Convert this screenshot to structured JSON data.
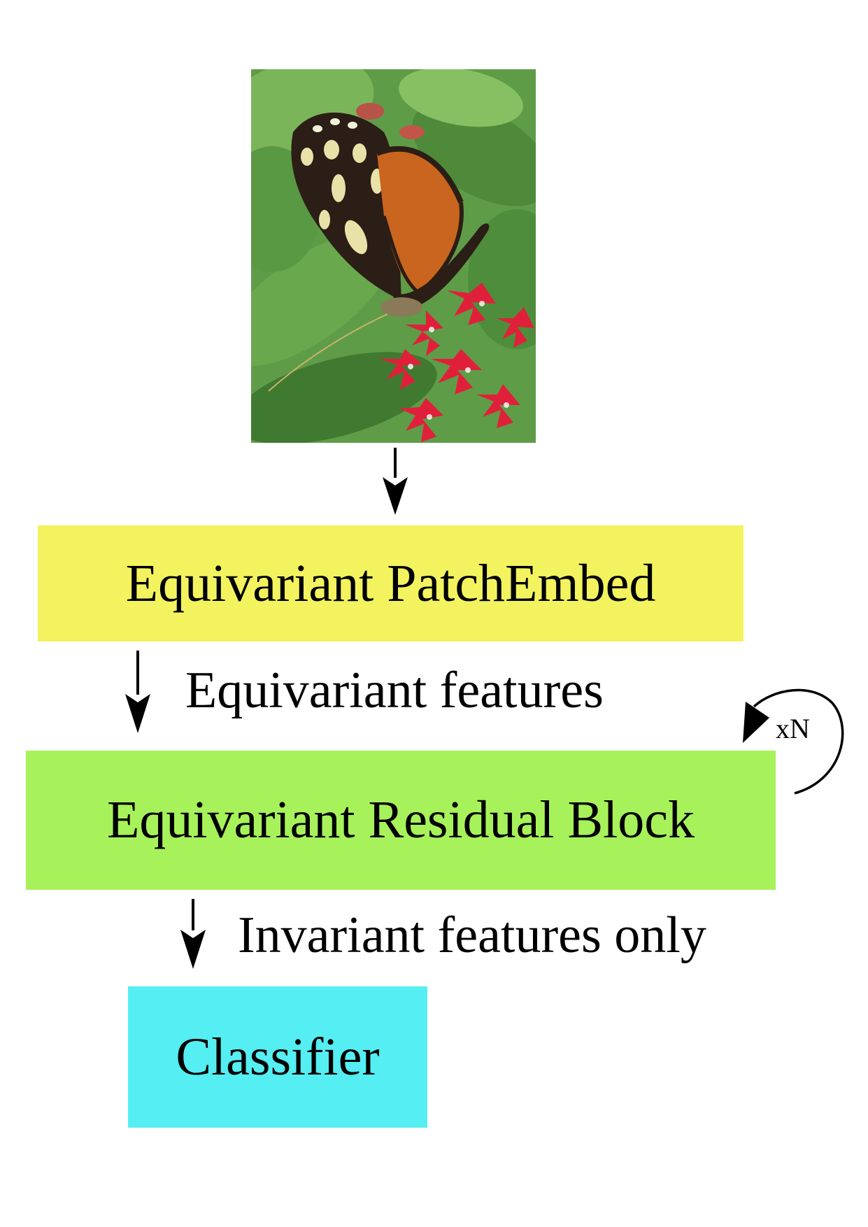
{
  "diagram": {
    "input_image": {
      "description_icon": "butterfly-photo"
    },
    "blocks": {
      "patch_embed": {
        "label": "Equivariant PatchEmbed",
        "color": "#f3f35f"
      },
      "residual_block": {
        "label": "Equivariant Residual Block",
        "color": "#a7f25a"
      },
      "classifier": {
        "label": "Classifier",
        "color": "#55eef2"
      }
    },
    "edge_labels": {
      "equivariant_features": "Equivariant features",
      "invariant_features": "Invariant features only",
      "repeat": "xN"
    }
  }
}
